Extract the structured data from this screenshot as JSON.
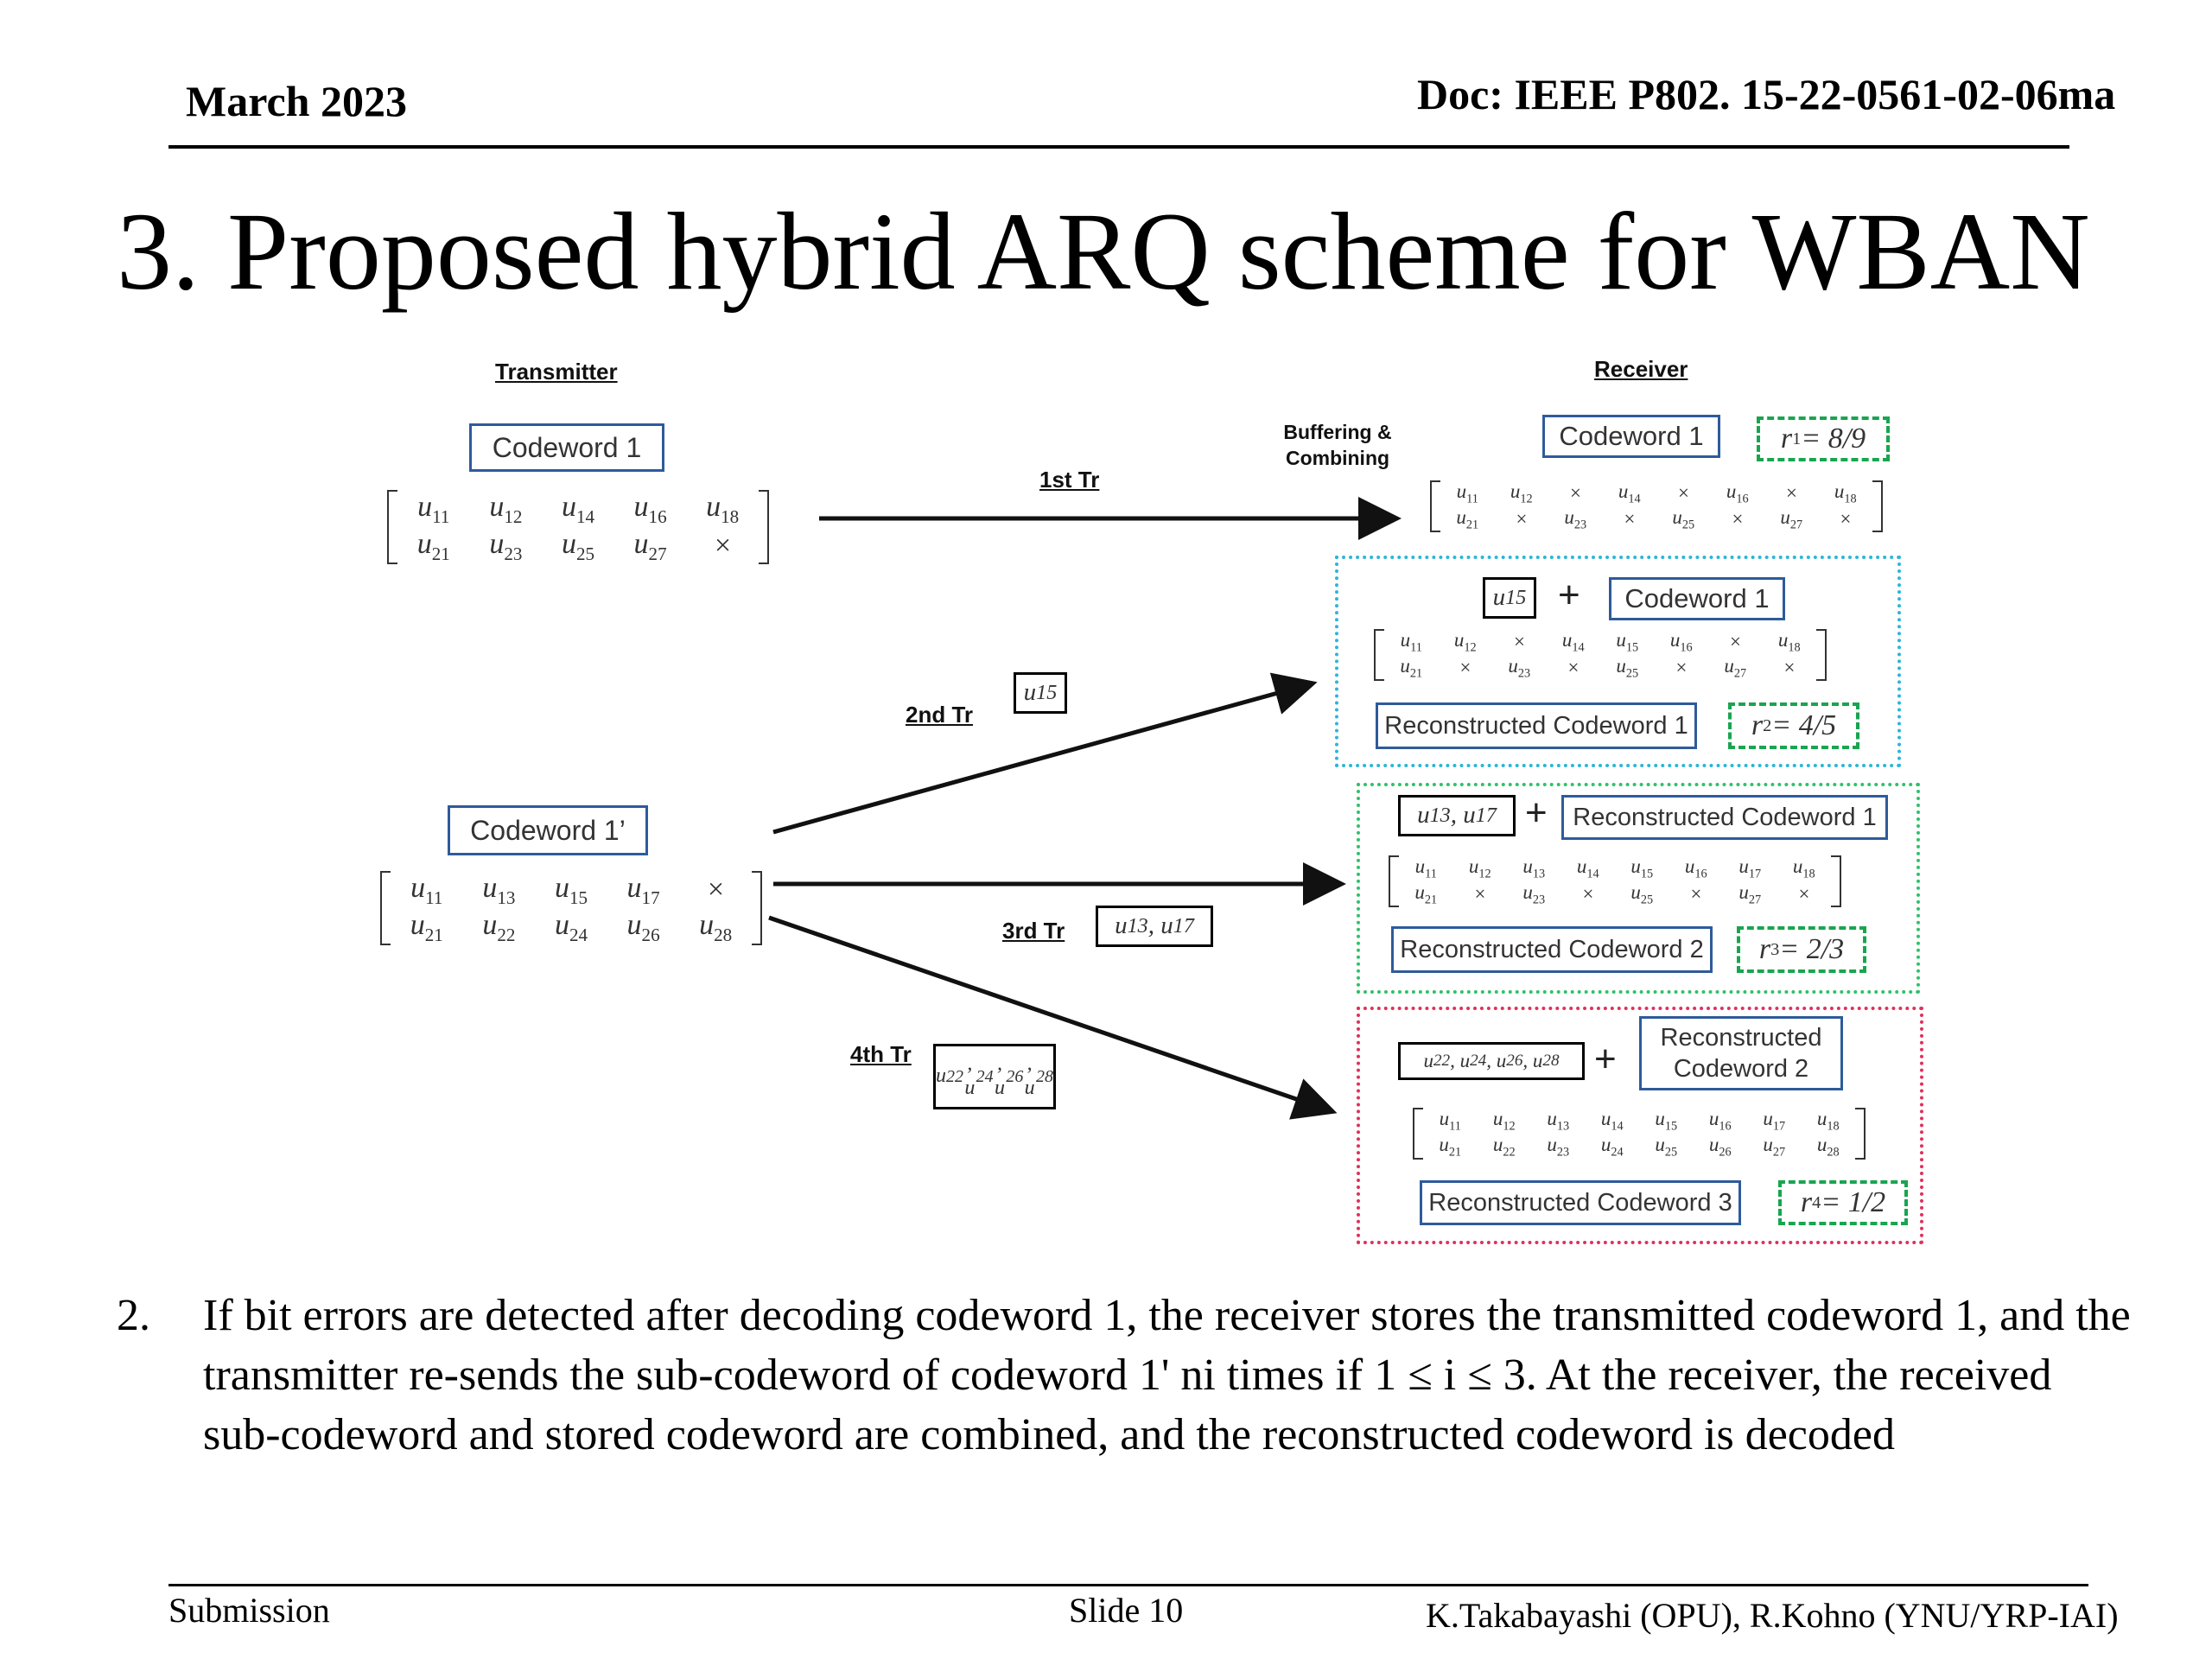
{
  "header": {
    "date": "March 2023",
    "doc": "Doc: IEEE P802. 15-22-0561-02-06ma"
  },
  "title": "3. Proposed hybrid ARQ scheme for WBAN",
  "diagram": {
    "transmitter_label": "Transmitter",
    "receiver_label": "Receiver",
    "buffering_label": "Buffering & Combining",
    "tx1": {
      "box": "Codeword 1",
      "rows": [
        [
          "u11",
          "u12",
          "u14",
          "u16",
          "u18"
        ],
        [
          "u21",
          "u23",
          "u25",
          "u27",
          "×"
        ]
      ]
    },
    "tx2": {
      "box": "Codeword 1’",
      "rows": [
        [
          "u11",
          "u13",
          "u15",
          "u17",
          "×"
        ],
        [
          "u21",
          "u22",
          "u24",
          "u26",
          "u28"
        ]
      ]
    },
    "transmissions": [
      {
        "label": "1st Tr",
        "sub": ""
      },
      {
        "label": "2nd Tr",
        "sub": "u15"
      },
      {
        "label": "3rd Tr",
        "sub": "u13, u17"
      },
      {
        "label": "4th Tr",
        "sub": "u22, u24, u26, u28"
      }
    ],
    "rx": [
      {
        "box": "Codeword 1",
        "rate": "r1 = 8/9",
        "rows": [
          [
            "u11",
            "u12",
            "×",
            "u14",
            "×",
            "u16",
            "×",
            "u18"
          ],
          [
            "u21",
            "×",
            "u23",
            "×",
            "u25",
            "×",
            "u27",
            "×"
          ]
        ]
      },
      {
        "sub": "u15",
        "plus": "+",
        "base": "Codeword 1",
        "rows": [
          [
            "u11",
            "u12",
            "×",
            "u14",
            "u15",
            "u16",
            "×",
            "u18"
          ],
          [
            "u21",
            "×",
            "u23",
            "×",
            "u25",
            "×",
            "u27",
            "×"
          ]
        ],
        "result": "Reconstructed Codeword 1",
        "rate": "r2 = 4/5"
      },
      {
        "sub": "u13, u17",
        "plus": "+",
        "base": "Reconstructed Codeword 1",
        "rows": [
          [
            "u11",
            "u12",
            "u13",
            "u14",
            "u15",
            "u16",
            "u17",
            "u18"
          ],
          [
            "u21",
            "×",
            "u23",
            "×",
            "u25",
            "×",
            "u27",
            "×"
          ]
        ],
        "result": "Reconstructed Codeword 2",
        "rate": "r3 = 2/3"
      },
      {
        "sub": "u22, u24, u26, u28",
        "plus": "+",
        "base": "Reconstructed Codeword 2",
        "rows": [
          [
            "u11",
            "u12",
            "u13",
            "u14",
            "u15",
            "u16",
            "u17",
            "u18"
          ],
          [
            "u21",
            "u22",
            "u23",
            "u24",
            "u25",
            "u26",
            "u27",
            "u28"
          ]
        ],
        "result": "Reconstructed Codeword 3",
        "rate": "r4 = 1/2"
      }
    ]
  },
  "body": {
    "number": "2.",
    "text": "If bit errors are detected after decoding codeword 1, the receiver stores the transmitted codeword 1, and the transmitter re-sends the sub-codeword of codeword 1' ni times if 1 ≤ i ≤ 3. At the receiver, the received sub-codeword and stored codeword are combined, and the reconstructed codeword is decoded"
  },
  "footer": {
    "left": "Submission",
    "center": "Slide 10",
    "right": "K.Takabayashi (OPU), R.Kohno (YNU/YRP-IAI)"
  },
  "colors": {
    "box_border": "#2e5b9a",
    "rate_border": "#19a550",
    "group1": "#2bb6d8",
    "group2": "#2ec26a",
    "group3": "#e0305e"
  }
}
